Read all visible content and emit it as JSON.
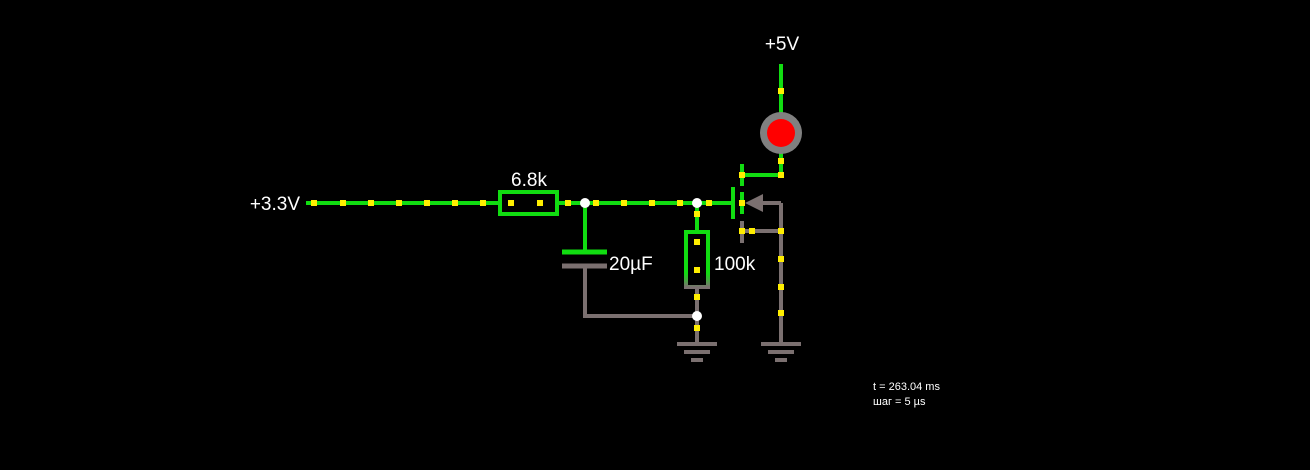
{
  "colors": {
    "background": "#000000",
    "wire_active": "#11dd11",
    "wire_inactive": "#7b7070",
    "current_dot": "#ffee00",
    "led_lit": "#ff0000",
    "led_ring": "#808080",
    "junction": "#ffffff"
  },
  "labels": {
    "vcc": "+5V",
    "vin": "+3.3V",
    "r_series": "6.8k",
    "capacitor": "20µF",
    "r_pulldown": "100k"
  },
  "status": {
    "time": "t = 263.04 ms",
    "step": "шаг = 5 µs"
  }
}
